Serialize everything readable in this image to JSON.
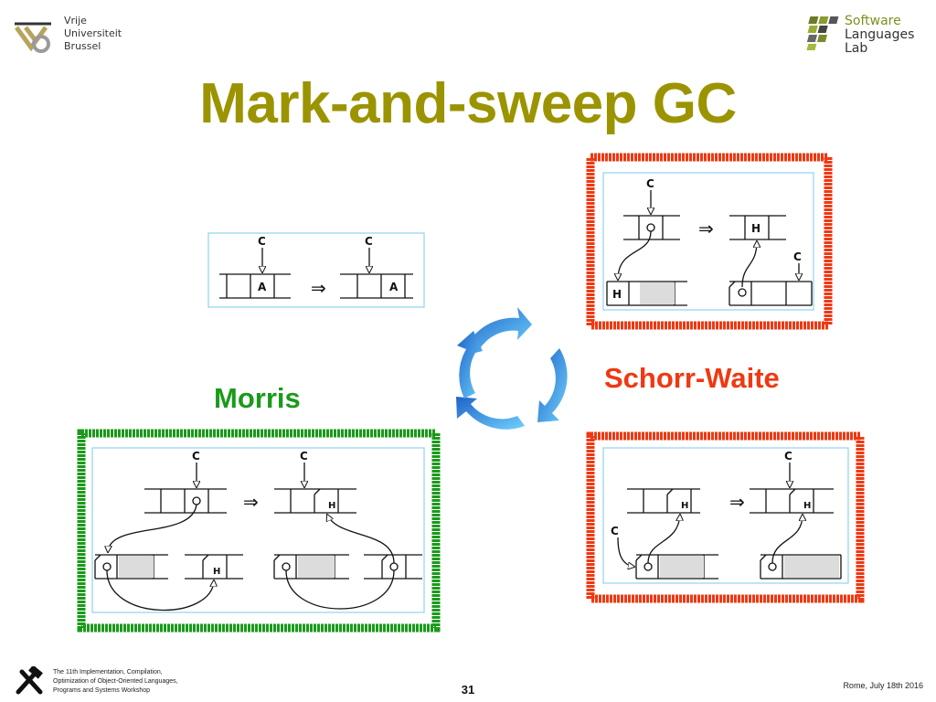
{
  "header": {
    "vub_logo_lines": [
      "Vrije",
      "Universiteit",
      "Brussel"
    ],
    "swl_logo_lines": [
      "Software",
      "Languages Lab"
    ]
  },
  "slide": {
    "title": "Mark-and-sweep GC",
    "morris_label": "Morris",
    "schorr_waite_label": "Schorr-Waite"
  },
  "diagrams": {
    "mark_cell_label": "A",
    "cursor_label": "C",
    "header_label": "H",
    "transform_symbol": "⇒"
  },
  "colors": {
    "title": "#9b9400",
    "morris": "#1a9a1a",
    "schorr_waite": "#f03812",
    "diagram_frame": "#8fd1f0",
    "cycle_arrow": "#2f8ee6"
  },
  "footer": {
    "workshop_lines": [
      "The 11th Implementation, Compilation,",
      "Optimization of Object-Oriented Languages,",
      "Programs and Systems Workshop"
    ],
    "page_number": "31",
    "place_date": "Rome, July 18th 2016"
  }
}
